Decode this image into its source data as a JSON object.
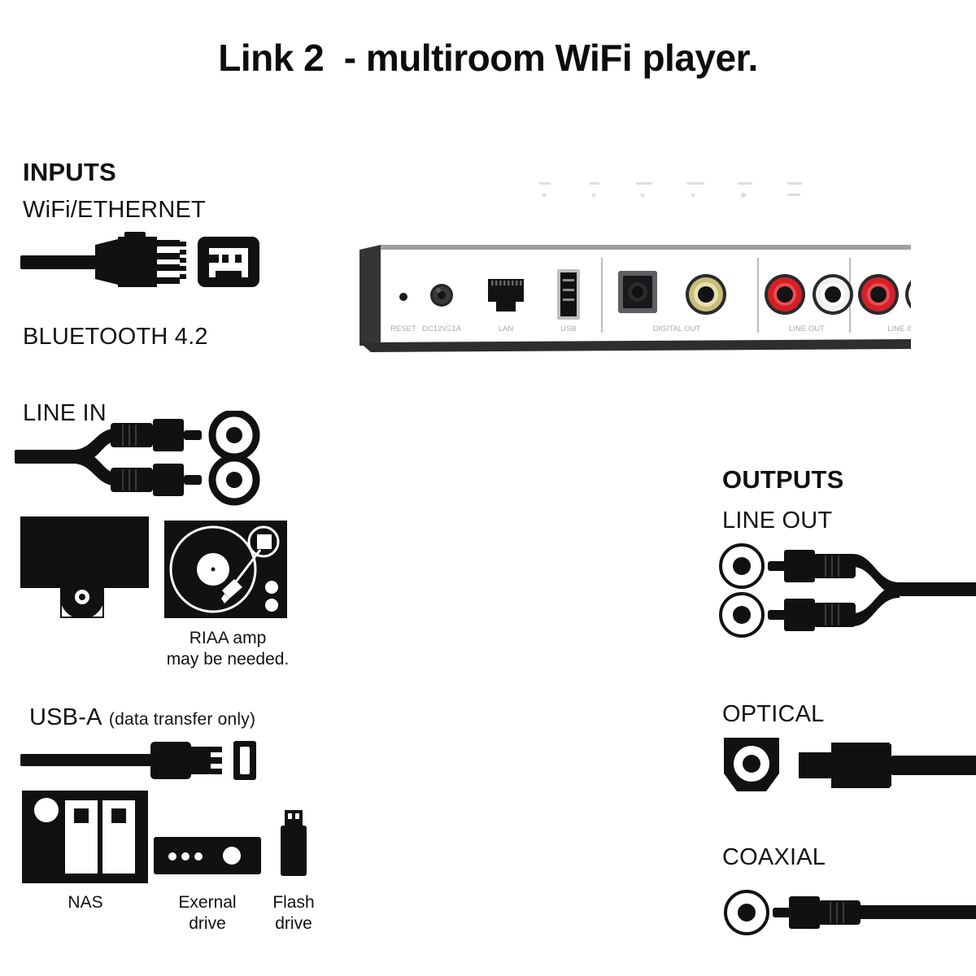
{
  "title": "Link 2  - multiroom WiFi player.",
  "colors": {
    "background": "#ffffff",
    "ink": "#111111",
    "device_top": "#9b9b9d",
    "device_face": "#4a4a4d",
    "device_side": "#3e3e41",
    "rca_red": "#d42027",
    "rca_white": "#f2f2f2",
    "coax_gold": "#c9bd7a",
    "lan_port": "#d9d9d9"
  },
  "inputs": {
    "heading": "INPUTS",
    "wifi_ethernet": {
      "label": "WiFi/ETHERNET",
      "icons": [
        "rj45-plug-icon",
        "rj45-jack-icon"
      ]
    },
    "bluetooth": {
      "label": "BLUETOOTH 4.2"
    },
    "line_in": {
      "label": "LINE IN",
      "icons": [
        "rca-splitter-cable-icon",
        "rca-jack-icon",
        "rca-jack-icon"
      ],
      "sources": [
        {
          "name": "cd-player-icon",
          "caption": ""
        },
        {
          "name": "turntable-icon",
          "caption": "RIAA amp\nmay be needed."
        }
      ]
    },
    "usb": {
      "label": "USB-A",
      "note": "(data transfer only)",
      "icons": [
        "usb-a-plug-icon",
        "usb-a-port-icon"
      ],
      "devices": [
        {
          "icon": "nas-icon",
          "caption": "NAS"
        },
        {
          "icon": "external-drive-icon",
          "caption": "Exernal\ndrive"
        },
        {
          "icon": "flash-drive-icon",
          "caption": "Flash\ndrive"
        }
      ]
    }
  },
  "outputs": {
    "heading": "OUTPUTS",
    "line_out": {
      "label": "LINE OUT",
      "icons": [
        "rca-jack-icon",
        "rca-jack-icon",
        "rca-splitter-cable-icon"
      ]
    },
    "optical": {
      "label": "OPTICAL",
      "icons": [
        "toslink-port-icon",
        "toslink-plug-icon"
      ]
    },
    "coaxial": {
      "label": "COAXIAL",
      "icons": [
        "rca-jack-icon",
        "rca-plug-icon"
      ]
    }
  },
  "device": {
    "name": "link-2-rear-panel",
    "ports": [
      {
        "id": "reset",
        "label": "RESET",
        "type": "pinhole"
      },
      {
        "id": "dc_in",
        "label": "DC12V⌸1A",
        "type": "barrel-jack"
      },
      {
        "id": "lan",
        "label": "LAN",
        "type": "rj45"
      },
      {
        "id": "usb",
        "label": "USB",
        "type": "usb-a"
      },
      {
        "id": "digital_out",
        "label": "DIGITAL OUT",
        "type": "toslink+coax"
      },
      {
        "id": "line_out",
        "label": "LINE OUT",
        "type": "rca-pair"
      },
      {
        "id": "line_in",
        "label": "LINE IN",
        "type": "rca-pair"
      }
    ]
  }
}
